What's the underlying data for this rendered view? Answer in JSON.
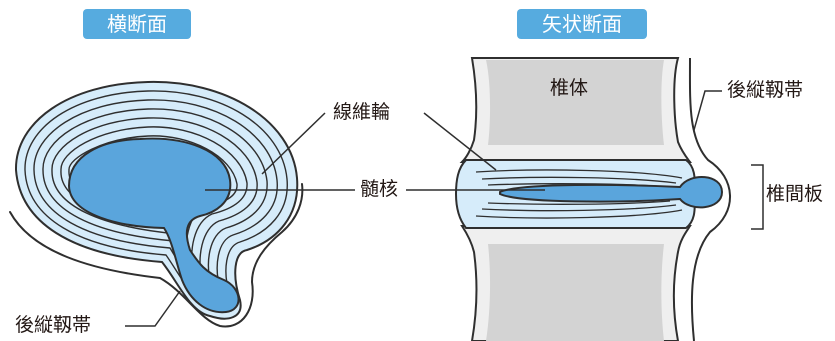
{
  "titles": {
    "transverse": "横断面",
    "sagittal": "矢状断面"
  },
  "labels": {
    "annulus": "線維輪",
    "nucleus": "髄核",
    "plp_left": "後縦靱帯",
    "plp_right": "後縦靱帯",
    "vertebral_body": "椎体",
    "disc": "椎間板"
  },
  "colors": {
    "badge": "#56abdf",
    "nucleus": "#5aa5dc",
    "annulus_fill": "#d6ecfa",
    "ring_stroke": "#2f2f2f",
    "vertebra": "#d3d3d3",
    "cortex": "#efefef"
  }
}
